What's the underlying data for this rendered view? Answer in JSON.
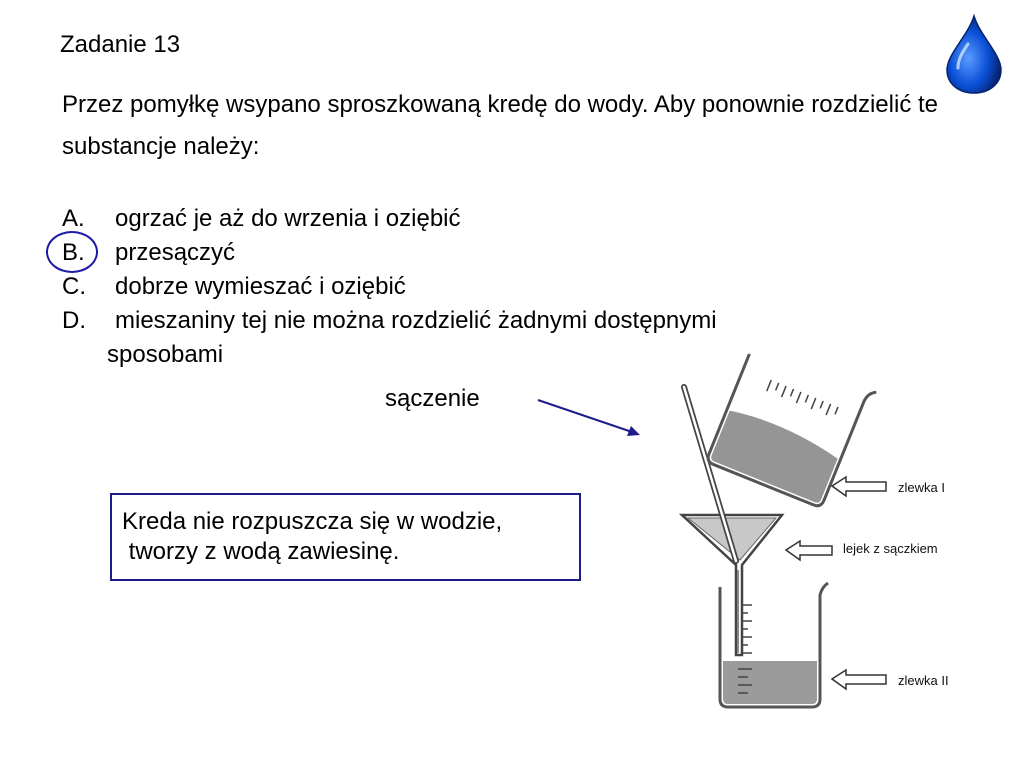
{
  "slide": {
    "title": "Zadanie 13",
    "question": "Przez pomyłkę wsypano sproszkowaną kredę do wody. Aby ponownie rozdzielić te substancje należy:",
    "answers": [
      {
        "letter": "A.",
        "text": "ogrzać je aż do wrzenia i oziębić",
        "selected": false
      },
      {
        "letter": "B.",
        "text": "przesączyć",
        "selected": true
      },
      {
        "letter": "C.",
        "text": "dobrze wymieszać i oziębić",
        "selected": false
      },
      {
        "letter": "D.",
        "text": "mieszaniny tej nie można rozdzielić żadnymi dostępnymi",
        "continuation": "sposobami",
        "selected": false
      }
    ],
    "method_label": "sączenie",
    "note_lines": [
      "Kreda nie rozpuszcza się w wodzie,",
      " tworzy z wodą zawiesinę."
    ]
  },
  "diagram": {
    "labels": {
      "beaker_top": "zlewka I",
      "funnel": "lejek z sączkiem",
      "beaker_bottom": "zlewka II"
    }
  },
  "colors": {
    "accent_blue": "#1a1aa6",
    "box_border": "#1c1c8a",
    "drop_blue": "#0a4fd6",
    "liquid_gray": "#8a8a8a"
  },
  "icons": {
    "decoration": "water-drop-icon"
  }
}
